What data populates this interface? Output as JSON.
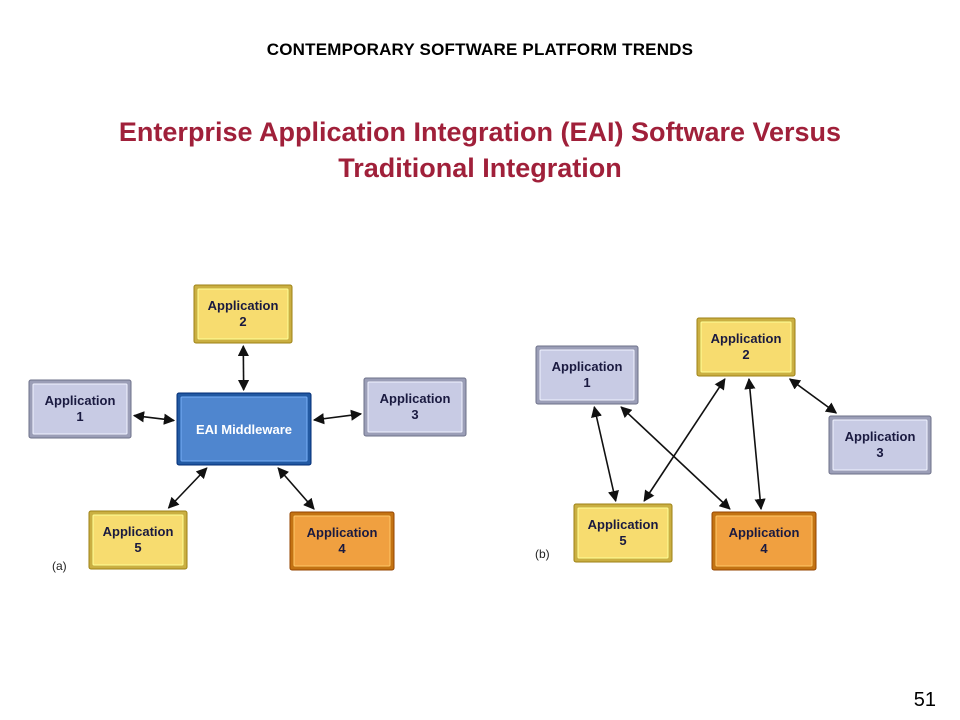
{
  "header": "CONTEMPORARY SOFTWARE PLATFORM TRENDS",
  "title": {
    "line1": "Enterprise Application Integration (EAI) Software Versus",
    "line2": "Traditional Integration"
  },
  "colors": {
    "title": "#a0203a",
    "yellow": "#f7dc6f",
    "orange": "#f0a040",
    "lavender": "#c8cbe4",
    "blue": "#4f86cf",
    "arrow": "#111111"
  },
  "panel_a": {
    "label": "(a)",
    "hub": {
      "text": "EAI Middleware",
      "color": "blue"
    },
    "apps": [
      {
        "id": "app1",
        "line1": "Application",
        "line2": "1",
        "color": "lavender"
      },
      {
        "id": "app2",
        "line1": "Application",
        "line2": "2",
        "color": "yellow"
      },
      {
        "id": "app3",
        "line1": "Application",
        "line2": "3",
        "color": "lavender"
      },
      {
        "id": "app4",
        "line1": "Application",
        "line2": "4",
        "color": "orange"
      },
      {
        "id": "app5",
        "line1": "Application",
        "line2": "5",
        "color": "yellow"
      }
    ],
    "links": [
      [
        "hub",
        "app1"
      ],
      [
        "hub",
        "app2"
      ],
      [
        "hub",
        "app3"
      ],
      [
        "hub",
        "app4"
      ],
      [
        "hub",
        "app5"
      ]
    ]
  },
  "panel_b": {
    "label": "(b)",
    "apps": [
      {
        "id": "app1",
        "line1": "Application",
        "line2": "1",
        "color": "lavender"
      },
      {
        "id": "app2",
        "line1": "Application",
        "line2": "2",
        "color": "yellow"
      },
      {
        "id": "app3",
        "line1": "Application",
        "line2": "3",
        "color": "lavender"
      },
      {
        "id": "app4",
        "line1": "Application",
        "line2": "4",
        "color": "orange"
      },
      {
        "id": "app5",
        "line1": "Application",
        "line2": "5",
        "color": "yellow"
      }
    ],
    "links": [
      [
        "app1",
        "app5"
      ],
      [
        "app1",
        "app4"
      ],
      [
        "app2",
        "app5"
      ],
      [
        "app2",
        "app4"
      ],
      [
        "app2",
        "app3"
      ]
    ]
  },
  "slide_number": "51"
}
